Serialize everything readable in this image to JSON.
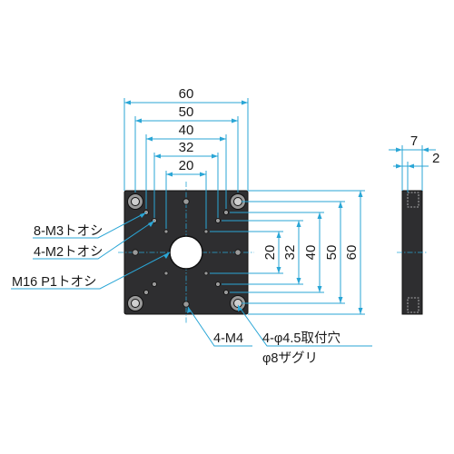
{
  "top_view": {
    "dimensions_horizontal": [
      "60",
      "50",
      "40",
      "32",
      "20"
    ],
    "dimensions_vertical": [
      "20",
      "32",
      "40",
      "50",
      "60"
    ]
  },
  "side_view": {
    "dim_thickness": "7",
    "dim_counterbore": "2"
  },
  "callouts": {
    "m3_tapped": "8-M3トオシ",
    "m2_tapped": "4-M2トオシ",
    "m16_tapped": "M16 P1トオシ",
    "m4": "4-M4",
    "mounting_hole": "4-φ4.5取付穴",
    "counterbore": "φ8ザグリ"
  },
  "colors": {
    "plate": "#2e2e30",
    "plate_edge": "#111111",
    "hole_fill": "#9a9a9a",
    "hole_inner": "#cfcfcf",
    "dimension_line": "#2aa6d6",
    "text": "#1a1a1a"
  }
}
